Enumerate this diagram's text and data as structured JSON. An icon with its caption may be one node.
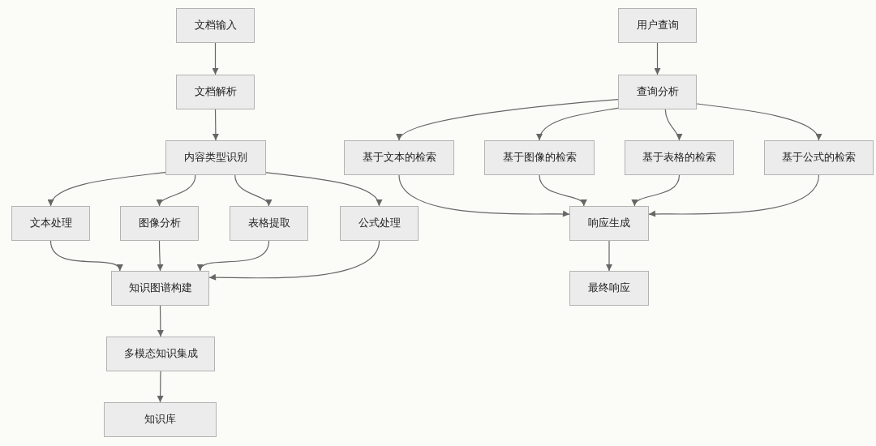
{
  "diagram": {
    "nodes": [
      {
        "text": [
          "文档输入"
        ]
      },
      {
        "text": [
          "文档解析"
        ]
      },
      {
        "text": [
          "内容类型识别"
        ]
      },
      {
        "text": [
          "文本处理"
        ]
      },
      {
        "text": [
          "图像分析"
        ]
      },
      {
        "text": [
          "表格提取"
        ]
      },
      {
        "text": [
          "公式处理"
        ]
      },
      {
        "text": [
          "知识图谱构建"
        ]
      },
      {
        "text": [
          "多模态知识集成"
        ]
      },
      {
        "text": [
          "知识库"
        ]
      },
      {
        "text": [
          "用户查询"
        ]
      },
      {
        "text": [
          "查询分析"
        ]
      },
      {
        "text": [
          "基于文本的检索"
        ]
      },
      {
        "text": [
          "基于图像的检索"
        ]
      },
      {
        "text": [
          "基于表格的检索"
        ]
      },
      {
        "text": [
          "基于公式的检索"
        ]
      },
      {
        "text": [
          "响应生成"
        ]
      },
      {
        "text": [
          "最终响应"
        ]
      }
    ],
    "edges": [
      {
        "from": 0,
        "to": 1,
        "arrow": "to"
      },
      {
        "from": 1,
        "to": 2,
        "arrow": "to"
      },
      {
        "from": 2,
        "to": 3,
        "arrow": "to"
      },
      {
        "from": 2,
        "to": 4,
        "arrow": "to"
      },
      {
        "from": 2,
        "to": 5,
        "arrow": "to"
      },
      {
        "from": 2,
        "to": 6,
        "arrow": "to"
      },
      {
        "from": 3,
        "to": 7,
        "arrow": "to"
      },
      {
        "from": 4,
        "to": 7,
        "arrow": "to"
      },
      {
        "from": 5,
        "to": 7,
        "arrow": "to"
      },
      {
        "from": 6,
        "to": 7,
        "arrow": "to"
      },
      {
        "from": 7,
        "to": 8,
        "arrow": "to"
      },
      {
        "from": 8,
        "to": 9,
        "arrow": "to"
      },
      {
        "from": 10,
        "to": 11,
        "arrow": "to"
      },
      {
        "from": 11,
        "to": 12,
        "arrow": "to"
      },
      {
        "from": 11,
        "to": 13,
        "arrow": "to"
      },
      {
        "from": 11,
        "to": 14,
        "arrow": "to"
      },
      {
        "from": 11,
        "to": 15,
        "arrow": "to"
      },
      {
        "from": 12,
        "to": 16,
        "arrow": "to"
      },
      {
        "from": 13,
        "to": 16,
        "arrow": "to"
      },
      {
        "from": 14,
        "to": 16,
        "arrow": "to"
      },
      {
        "from": 15,
        "to": 16,
        "arrow": "to"
      },
      {
        "from": 16,
        "to": 17,
        "arrow": "to"
      }
    ]
  }
}
